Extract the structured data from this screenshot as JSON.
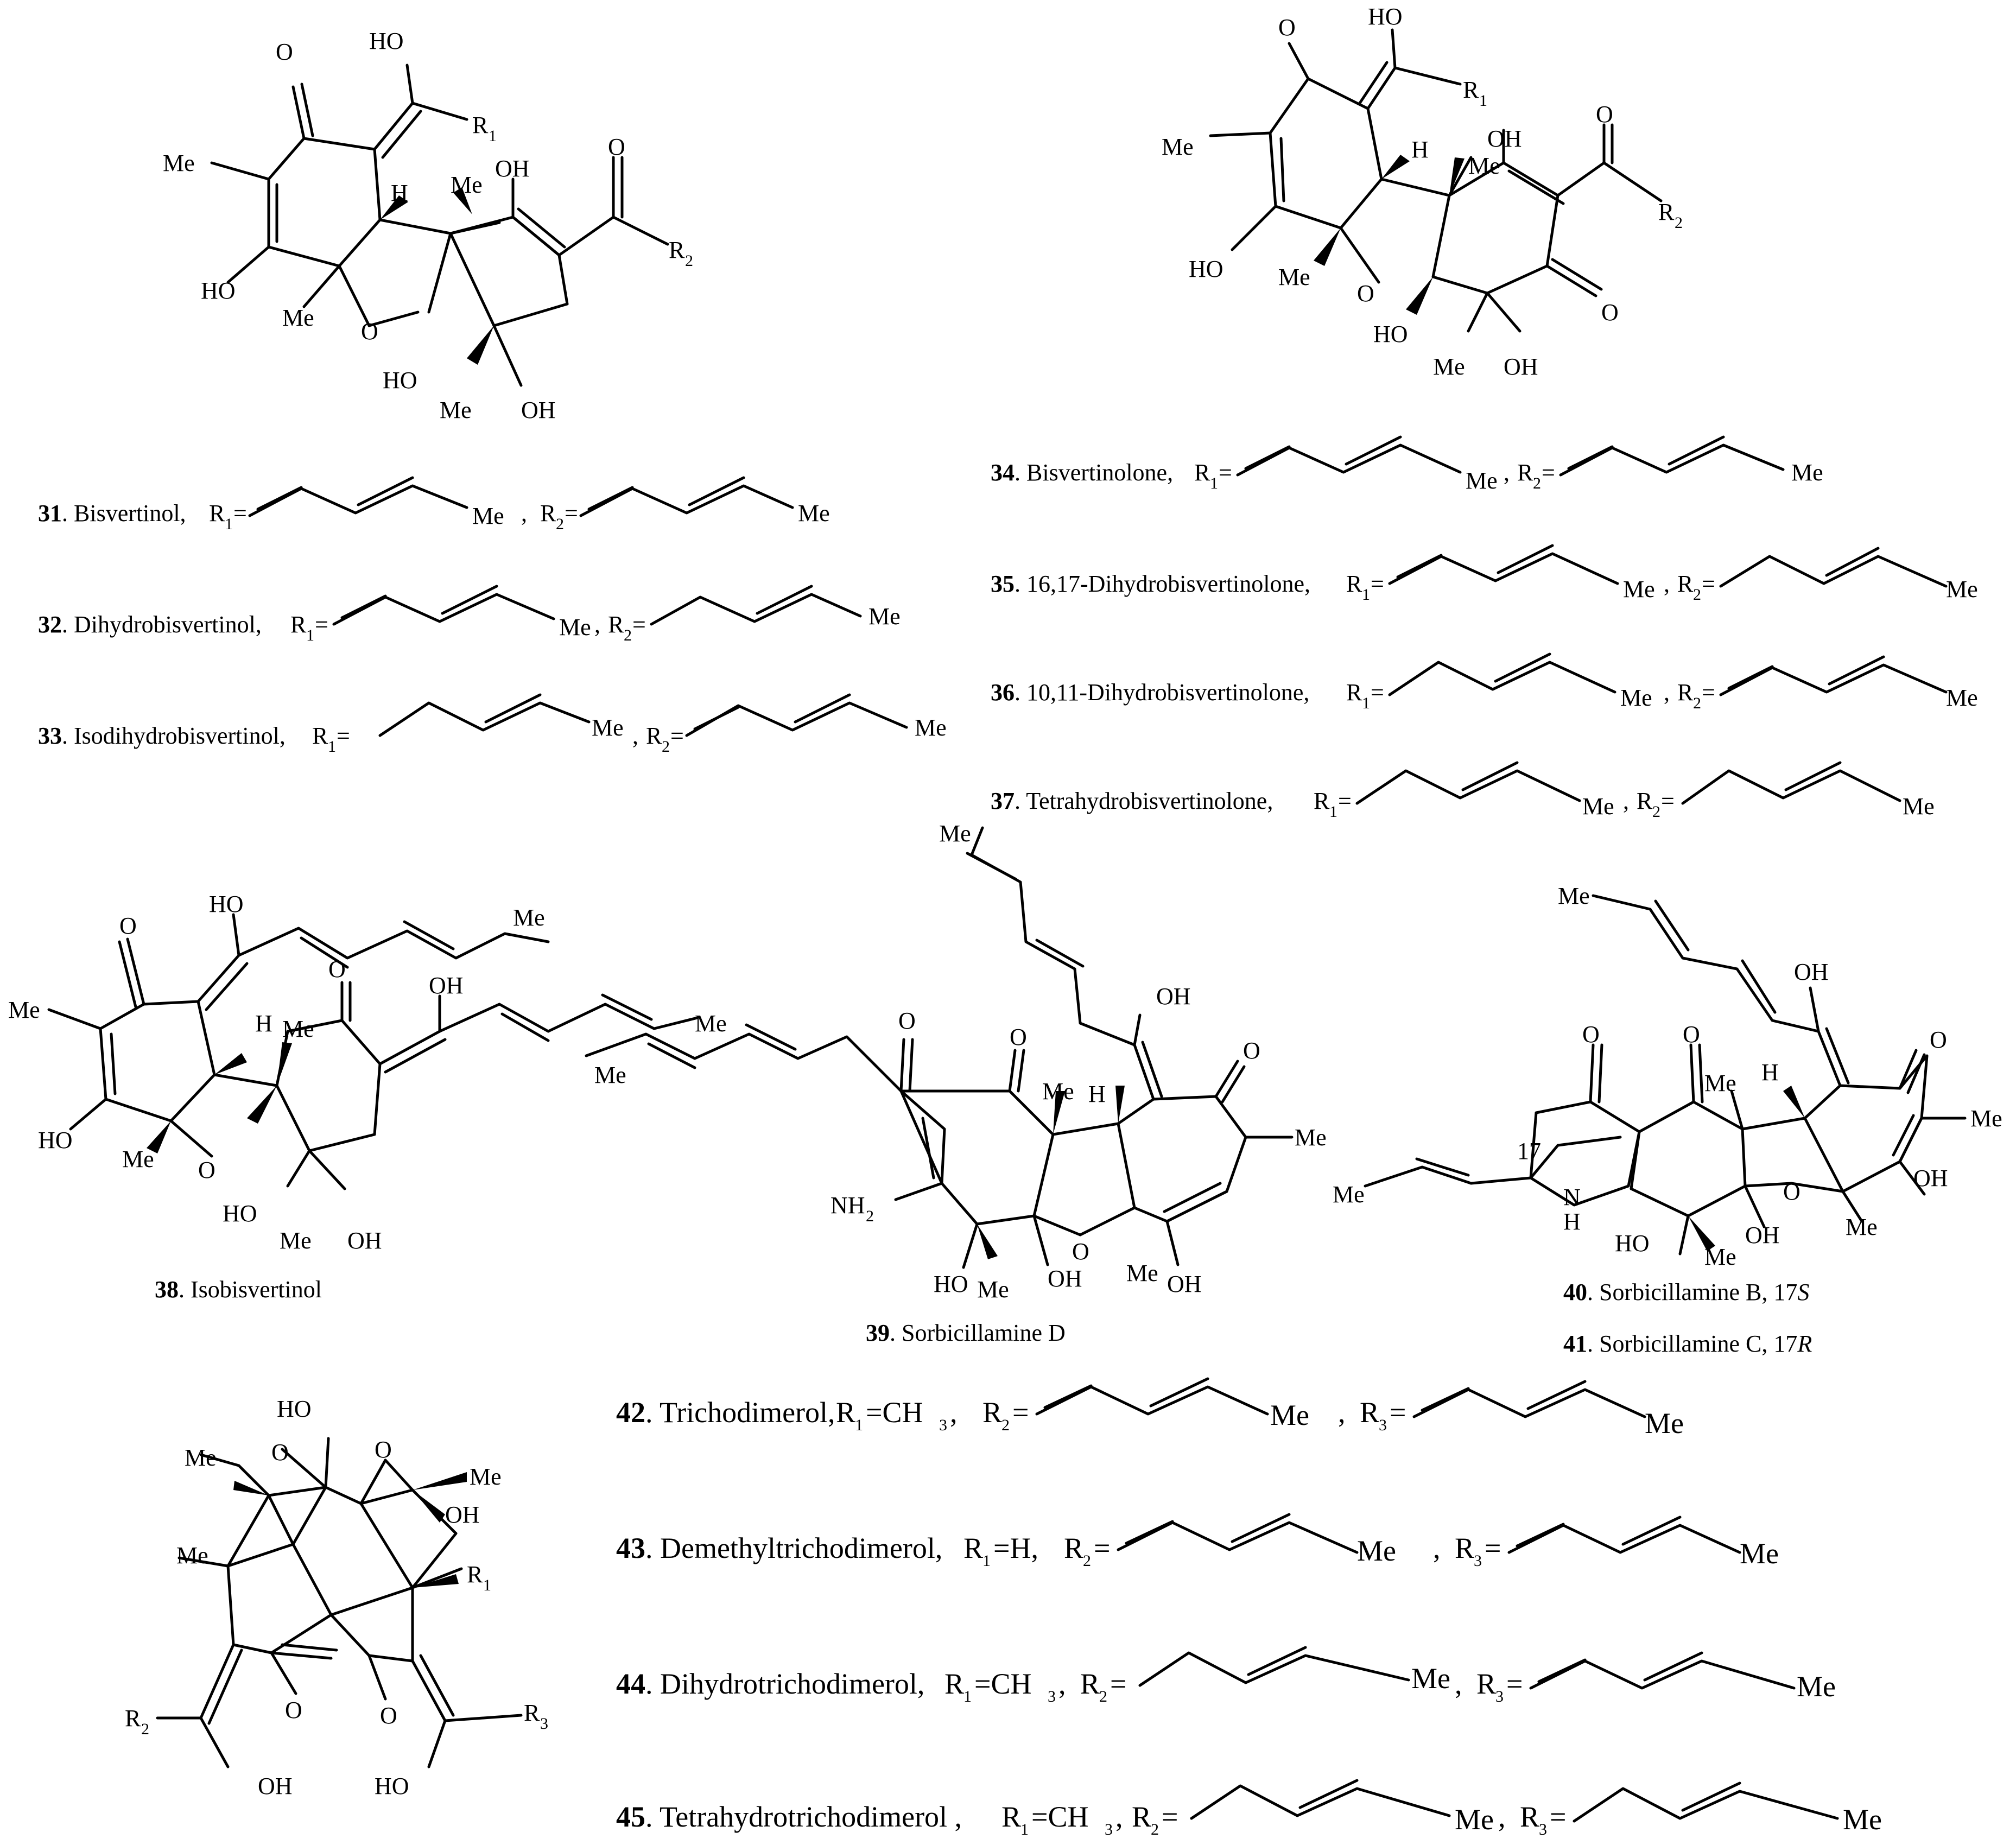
{
  "atoms": {
    "O": "O",
    "OH": "OH",
    "HO": "HO",
    "Me": "Me",
    "H": "H",
    "R": "R",
    "N": "N",
    "CH": "CH",
    "NH": "NH",
    "sub1": "1",
    "sub2": "2",
    "sub3": "3",
    "R1": "R1=",
    "R2": "R2=",
    "R3": "R3="
  },
  "captions": {
    "c31": {
      "num": "31",
      "name": ". Bisvertinol, "
    },
    "c32": {
      "num": "32",
      "name": ". Dihydrobisvertinol, "
    },
    "c33": {
      "num": "33",
      "name": ". Isodihydrobisvertinol, "
    },
    "c34": {
      "num": "34",
      "name": ". Bisvertinolone, "
    },
    "c35": {
      "num": "35",
      "name": ". 16,17-Dihydrobisvertinolone, "
    },
    "c36": {
      "num": "36",
      "name": ". 10,11-Dihydrobisvertinolone, "
    },
    "c37": {
      "num": "37",
      "name": ". Tetrahydrobisvertinolone, "
    },
    "c38": {
      "num": "38",
      "name": ". Isobisvertinol"
    },
    "c39": {
      "num": "39",
      "name": ". Sorbicillamine D"
    },
    "c40": {
      "num": "40",
      "name": ". Sorbicillamine B, 17",
      "stereo": "S"
    },
    "c41": {
      "num": "41",
      "name": ". Sorbicillamine C, 17",
      "stereo": "R"
    },
    "c42": {
      "num": "42",
      "name": ". Trichodimerol, "
    },
    "c43": {
      "num": "43",
      "name": ". Demethyltrichodimerol, "
    },
    "c44": {
      "num": "44",
      "name": ". Dihydrotrichodimerol, "
    },
    "c45": {
      "num": "45",
      "name": ". Tetrahydrotrichodimerol , "
    }
  },
  "r1_values": {
    "methyl": "=CH",
    "hydrogen": "=H, "
  },
  "locant": "17",
  "sep": ", "
}
